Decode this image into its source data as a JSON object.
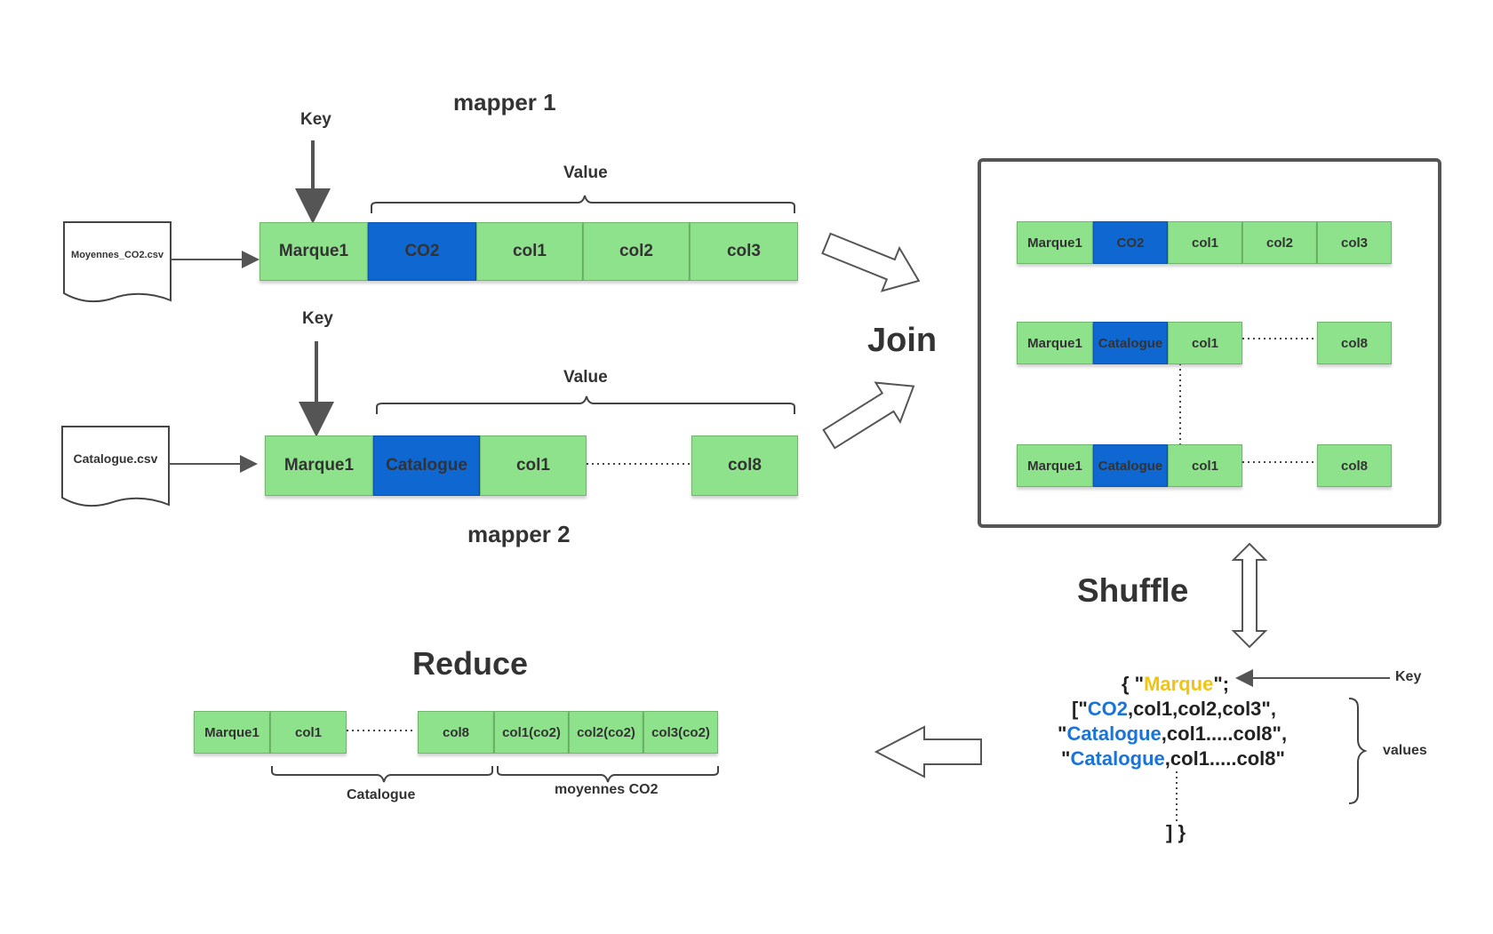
{
  "colors": {
    "green": "#8ee28b",
    "blue": "#0f67d2",
    "text": "#333333",
    "yellow": "#f1c40f",
    "code_blue": "#1a73d9"
  },
  "labels": {
    "mapper1": "mapper 1",
    "mapper2": "mapper 2",
    "key1": "Key",
    "key2": "Key",
    "value1": "Value",
    "value2": "Value",
    "join": "Join",
    "shuffle": "Shuffle",
    "reduce": "Reduce",
    "catalogue_brace": "Catalogue",
    "moyennes_brace": "moyennes CO2",
    "key3": "Key",
    "values": "values"
  },
  "files": {
    "file1": "Moyennes_CO2.csv",
    "file2": "Catalogue.csv"
  },
  "mapper1_cells": [
    "Marque1",
    "CO2",
    "col1",
    "col2",
    "col3"
  ],
  "mapper2_cells": [
    "Marque1",
    "Catalogue",
    "col1",
    "col8"
  ],
  "join_row1": [
    "Marque1",
    "CO2",
    "col1",
    "col2",
    "col3"
  ],
  "join_row2": [
    "Marque1",
    "Catalogue",
    "col1",
    "col8"
  ],
  "join_row3": [
    "Marque1",
    "Catalogue",
    "col1",
    "col8"
  ],
  "reduce_cells": [
    "Marque1",
    "col1",
    "col8",
    "col1(co2)",
    "col2(co2)",
    "col3(co2)"
  ],
  "shuffle_text": {
    "l1_a": "{ \"",
    "l1_b": "Marque",
    "l1_c": "\";",
    "l2_a": "[\"",
    "l2_b": "CO2",
    "l2_c": ",col1,col2,col3\",",
    "l3_a": "\"",
    "l3_b": "Catalogue",
    "l3_c": ",col1.....col8\",",
    "l4_a": "\"",
    "l4_b": "Catalogue",
    "l4_c": ",col1.....col8\"",
    "l5": "] }"
  }
}
